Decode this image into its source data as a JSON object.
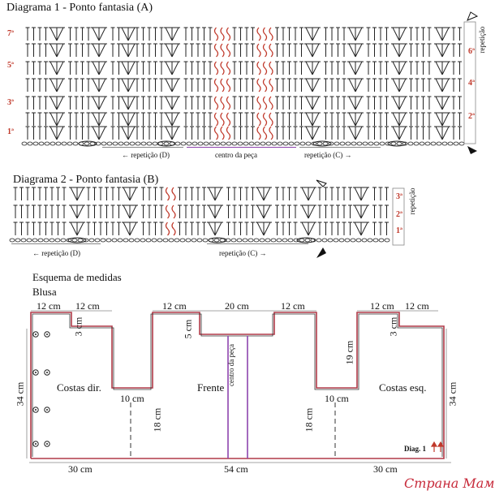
{
  "diagram1": {
    "title": "Diagrama 1 - Ponto fantasia (A)",
    "rows_left": [
      "7ª",
      "5ª",
      "3ª",
      "1ª"
    ],
    "rows_right": [
      "6ª",
      "4ª",
      "2ª"
    ],
    "side_label": "repetição",
    "rep_d": "repetição (D)",
    "centro": "centro da peça",
    "rep_c": "repetição (C)"
  },
  "diagram2": {
    "title": "Diagrama 2 - Ponto fantasia (B)",
    "rows_right": [
      "3ª",
      "2ª",
      "1ª"
    ],
    "side_label": "repetição",
    "rep_d": "repetição (D)",
    "rep_c": "repetição (C)"
  },
  "schema": {
    "title": "Esquema de medidas",
    "subtitle": "Blusa",
    "m_12a": "12 cm",
    "m_12b": "12 cm",
    "m_3a": "3 cm",
    "m_12c": "12 cm",
    "m_20": "20 cm",
    "m_12d": "12 cm",
    "m_5": "5 cm",
    "m_12e": "12 cm",
    "m_12f": "12 cm",
    "m_3b": "3 cm",
    "m_19": "19 cm",
    "m_34a": "34 cm",
    "m_34b": "34 cm",
    "m_10a": "10 cm",
    "m_10b": "10 cm",
    "m_18a": "18 cm",
    "m_18b": "18 cm",
    "m_30a": "30 cm",
    "m_54": "54 cm",
    "m_30b": "30 cm",
    "costas_dir": "Costas dir.",
    "frente": "Frente",
    "costas_esq": "Costas esq.",
    "centro": "centro da peça",
    "diag": "Diag. 1"
  },
  "watermark": "Страна Мам",
  "colors": {
    "accent_red": "#c0392b",
    "center_line": "#8e44ad",
    "watermark": "#c72a3a"
  }
}
